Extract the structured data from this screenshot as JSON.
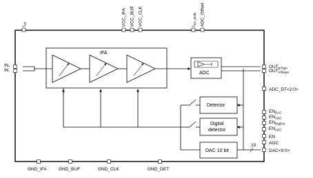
{
  "pins_top": {
    "iref": {
      "main": "I",
      "sub": "ref"
    },
    "vcc_ifa": "VCC_IFA",
    "vcc_buf": "VCC_BUF",
    "vcc_clk": "VCC_CLK",
    "icc_bufe": {
      "main": "I",
      "sub": "CC_BufE"
    },
    "adc_offset": "ADC_Offset"
  },
  "pins_left": {
    "in_plus": {
      "main": "IN",
      "sub": "+"
    },
    "in_minus": {
      "main": "IN",
      "sub": "-"
    }
  },
  "pins_right": {
    "out_sign": {
      "main": "OUT",
      "sub": "p/Sign"
    },
    "out_magn": {
      "main": "OUT",
      "sub": "n/Magn"
    },
    "adc_dt": "ADC_DT<2:0>",
    "en_dac": {
      "main": "EN",
      "sub": "DAC"
    },
    "en_adc1": {
      "main": "EN",
      "sub": "ADC"
    },
    "en_digdet": {
      "main": "EN",
      "sub": "DigDet"
    },
    "en_adc2": {
      "main": "EN",
      "sub": "ADC"
    },
    "en": "EN",
    "agc": "AGC",
    "dac_bus": "DAC<9:0>"
  },
  "pins_bottom": {
    "gnd_ifa": "GND_IFA",
    "gnd_buf": "GND_BUF",
    "gnd_clk": "GND_CLK",
    "gnd_det": "GND_DET"
  },
  "blocks": {
    "ifa": "IFA",
    "adc": "ADC",
    "detector": "Detector",
    "digital_detector_line1": "Digital",
    "digital_detector_line2": "detector",
    "dac": "DAC 10 bit"
  },
  "bus_width": "10"
}
